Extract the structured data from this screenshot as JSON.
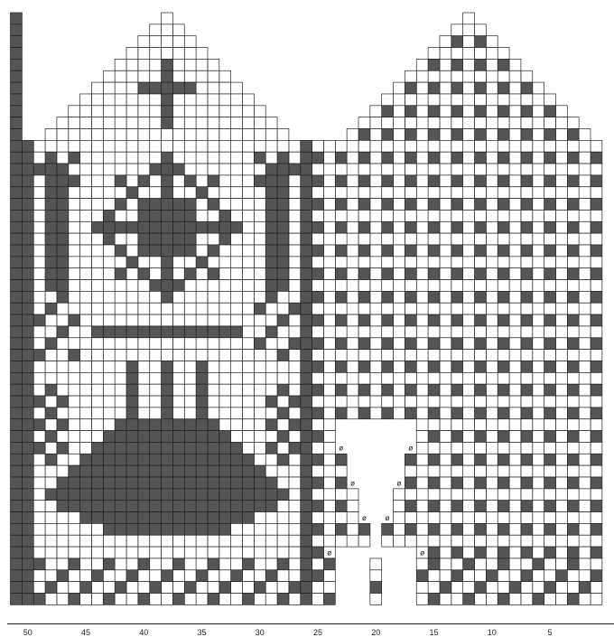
{
  "chart_data": {
    "type": "table",
    "colors": {
      "dark": "#555555",
      "light": "#ffffff",
      "grid": "#222222"
    },
    "ticks": [
      {
        "label": "50",
        "col": 50
      },
      {
        "label": "45",
        "col": 45
      },
      {
        "label": "40",
        "col": 40
      },
      {
        "label": "35",
        "col": 35
      },
      {
        "label": "30",
        "col": 30
      },
      {
        "label": "25",
        "col": 25
      },
      {
        "label": "20",
        "col": 20
      },
      {
        "label": "15",
        "col": 15
      },
      {
        "label": "10",
        "col": 10
      },
      {
        "label": "5",
        "col": 5
      }
    ],
    "decrease_symbol": "ø",
    "decrease_marks": [
      {
        "col": 23,
        "row": 37
      },
      {
        "col": 17,
        "row": 37
      },
      {
        "col": 22,
        "row": 40
      },
      {
        "col": 18,
        "row": 40
      },
      {
        "col": 21,
        "row": 43
      },
      {
        "col": 19,
        "row": 43
      },
      {
        "col": 24,
        "row": 46
      },
      {
        "col": 16,
        "row": 46
      }
    ]
  }
}
